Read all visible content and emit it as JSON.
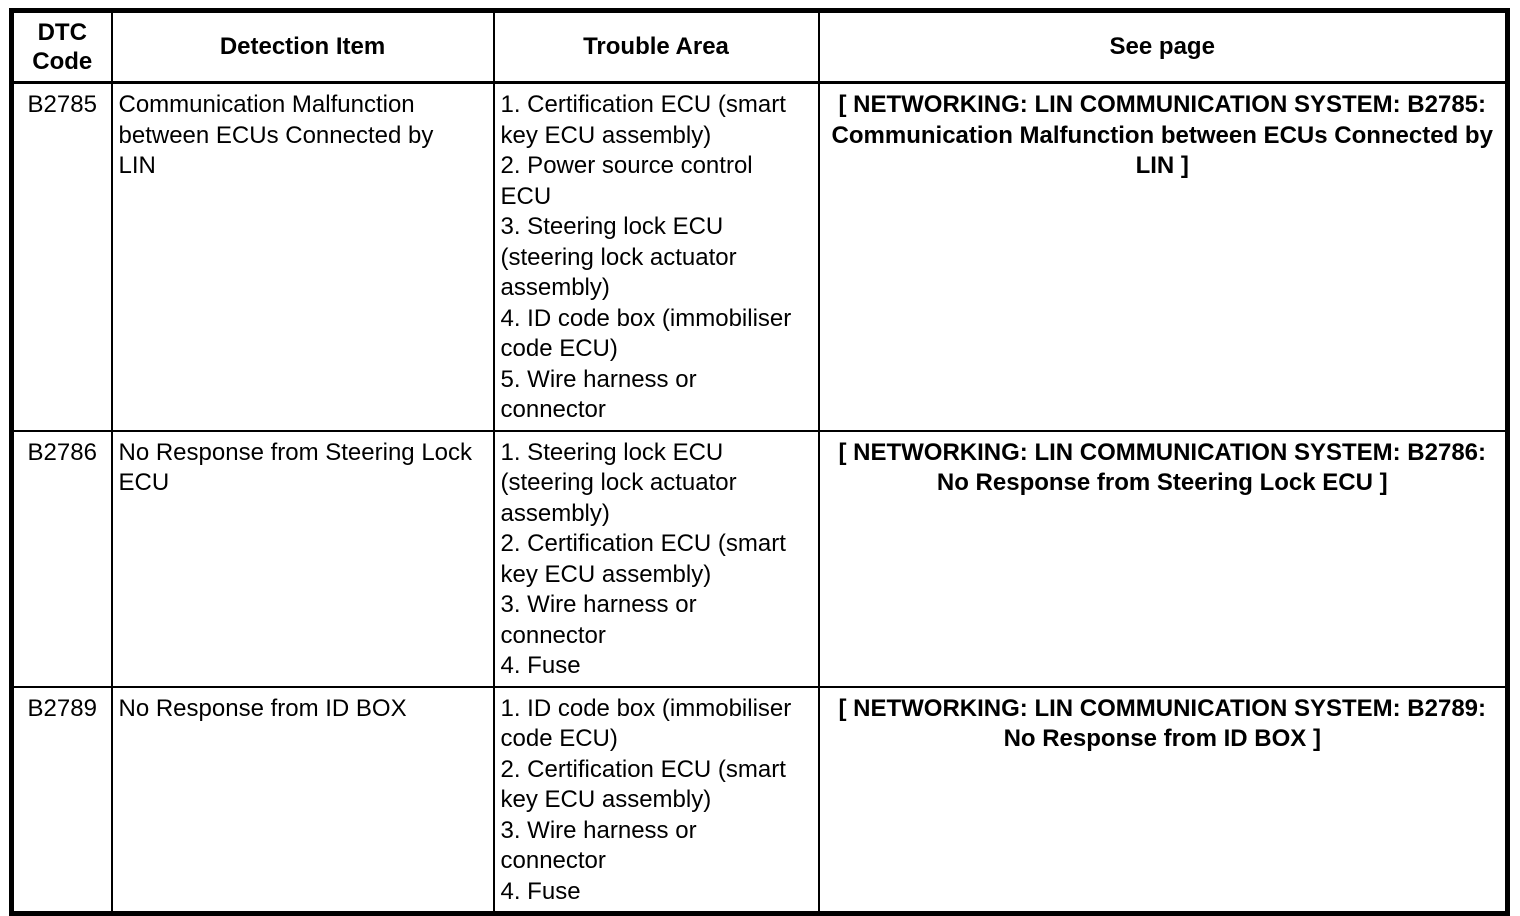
{
  "colors": {
    "ink": "#000000",
    "paper": "#ffffff"
  },
  "table": {
    "headers": [
      {
        "label": "DTC Code"
      },
      {
        "label": "Detection Item"
      },
      {
        "label": "Trouble Area"
      },
      {
        "label": "See page"
      }
    ],
    "rows": [
      {
        "dtc_code": "B2785",
        "detection_item": "Communication Malfunction between ECUs Connected by LIN",
        "trouble_areas": [
          "1. Certification ECU (smart key ECU assembly)",
          "2. Power source control ECU",
          "3. Steering lock ECU (steering lock actuator assembly)",
          "4. ID code box (immobiliser code ECU)",
          "5. Wire harness or connector"
        ],
        "see_page": "[ NETWORKING: LIN COMMUNICATION SYSTEM: B2785: Communication Malfunction between ECUs Connected by LIN ]"
      },
      {
        "dtc_code": "B2786",
        "detection_item": "No Response from Steering Lock ECU",
        "trouble_areas": [
          "1. Steering lock ECU (steering lock actuator assembly)",
          "2. Certification ECU (smart key ECU assembly)",
          "3. Wire harness or connector",
          "4. Fuse"
        ],
        "see_page": "[ NETWORKING: LIN COMMUNICATION SYSTEM: B2786: No Response from Steering Lock ECU ]"
      },
      {
        "dtc_code": "B2789",
        "detection_item": "No Response from ID BOX",
        "trouble_areas": [
          "1. ID code box (immobiliser code ECU)",
          "2. Certification ECU (smart key ECU assembly)",
          "3. Wire harness or connector",
          "4. Fuse"
        ],
        "see_page": "[ NETWORKING: LIN COMMUNICATION SYSTEM: B2789: No Response from ID BOX ]"
      }
    ]
  }
}
